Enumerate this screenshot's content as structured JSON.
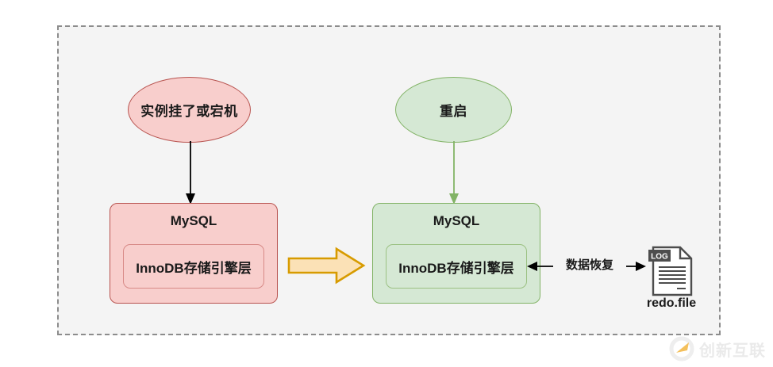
{
  "diagram": {
    "title_hidden": "",
    "container": {
      "style": "dashed"
    },
    "failure_state": {
      "trigger_label": "实例挂了或宕机",
      "system_label": "MySQL",
      "engine_label": "InnoDB存储引擎层"
    },
    "recovered_state": {
      "trigger_label": "重启",
      "system_label": "MySQL",
      "engine_label": "InnoDB存储引擎层"
    },
    "transition_arrow": {
      "name": "big-orange-arrow",
      "label": ""
    },
    "recovery_flow": {
      "label": "数据恢复",
      "file_label": "redo.file",
      "file_badge": "LOG"
    },
    "watermark": {
      "text": "创新互联"
    }
  },
  "colors": {
    "pink_fill": "#f8cecc",
    "pink_stroke": "#b85450",
    "green_fill": "#d5e8d4",
    "green_stroke": "#82b366",
    "orange_fill": "#fbe1b6",
    "orange_stroke": "#d79b00",
    "container_fill": "#f4f4f4",
    "container_stroke": "#8c8c8c",
    "arrow_black": "#000000"
  }
}
